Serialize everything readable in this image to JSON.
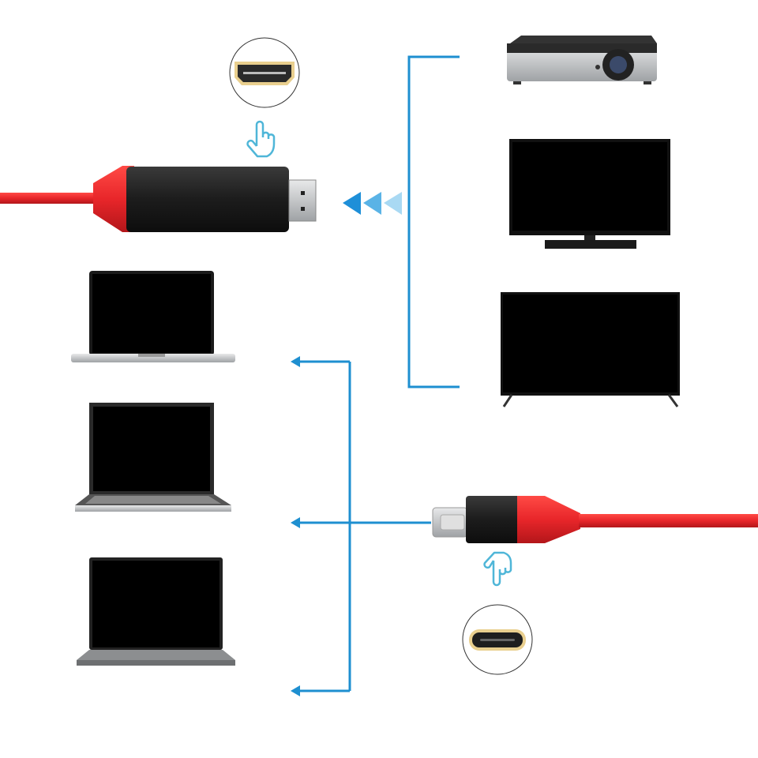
{
  "colors": {
    "background": "#ffffff",
    "cable_red": "#e8262a",
    "connector_black": "#1c1c1c",
    "connector_line_blue": "#1e8fd0",
    "arrow_blue": "#2a9ee0",
    "hand_blue": "#4fb6d8",
    "port_gold": "#e9cf8e",
    "screen_black": "#000000",
    "device_silver": "#c9cbcd"
  },
  "icons": {
    "hdmi_port": "hdmi-port-icon",
    "usbc_port": "usb-c-port-icon",
    "hand_up": "pointing-hand-up-icon",
    "hand_down": "pointing-hand-down-icon",
    "direction_arrows": "triple-left-arrow-icon"
  },
  "devices": {
    "outputs": [
      "projector",
      "flat-tv-with-stand",
      "flat-tv-with-legs"
    ],
    "sources": [
      "laptop-silver",
      "laptop-dark",
      "laptop-slim"
    ]
  }
}
